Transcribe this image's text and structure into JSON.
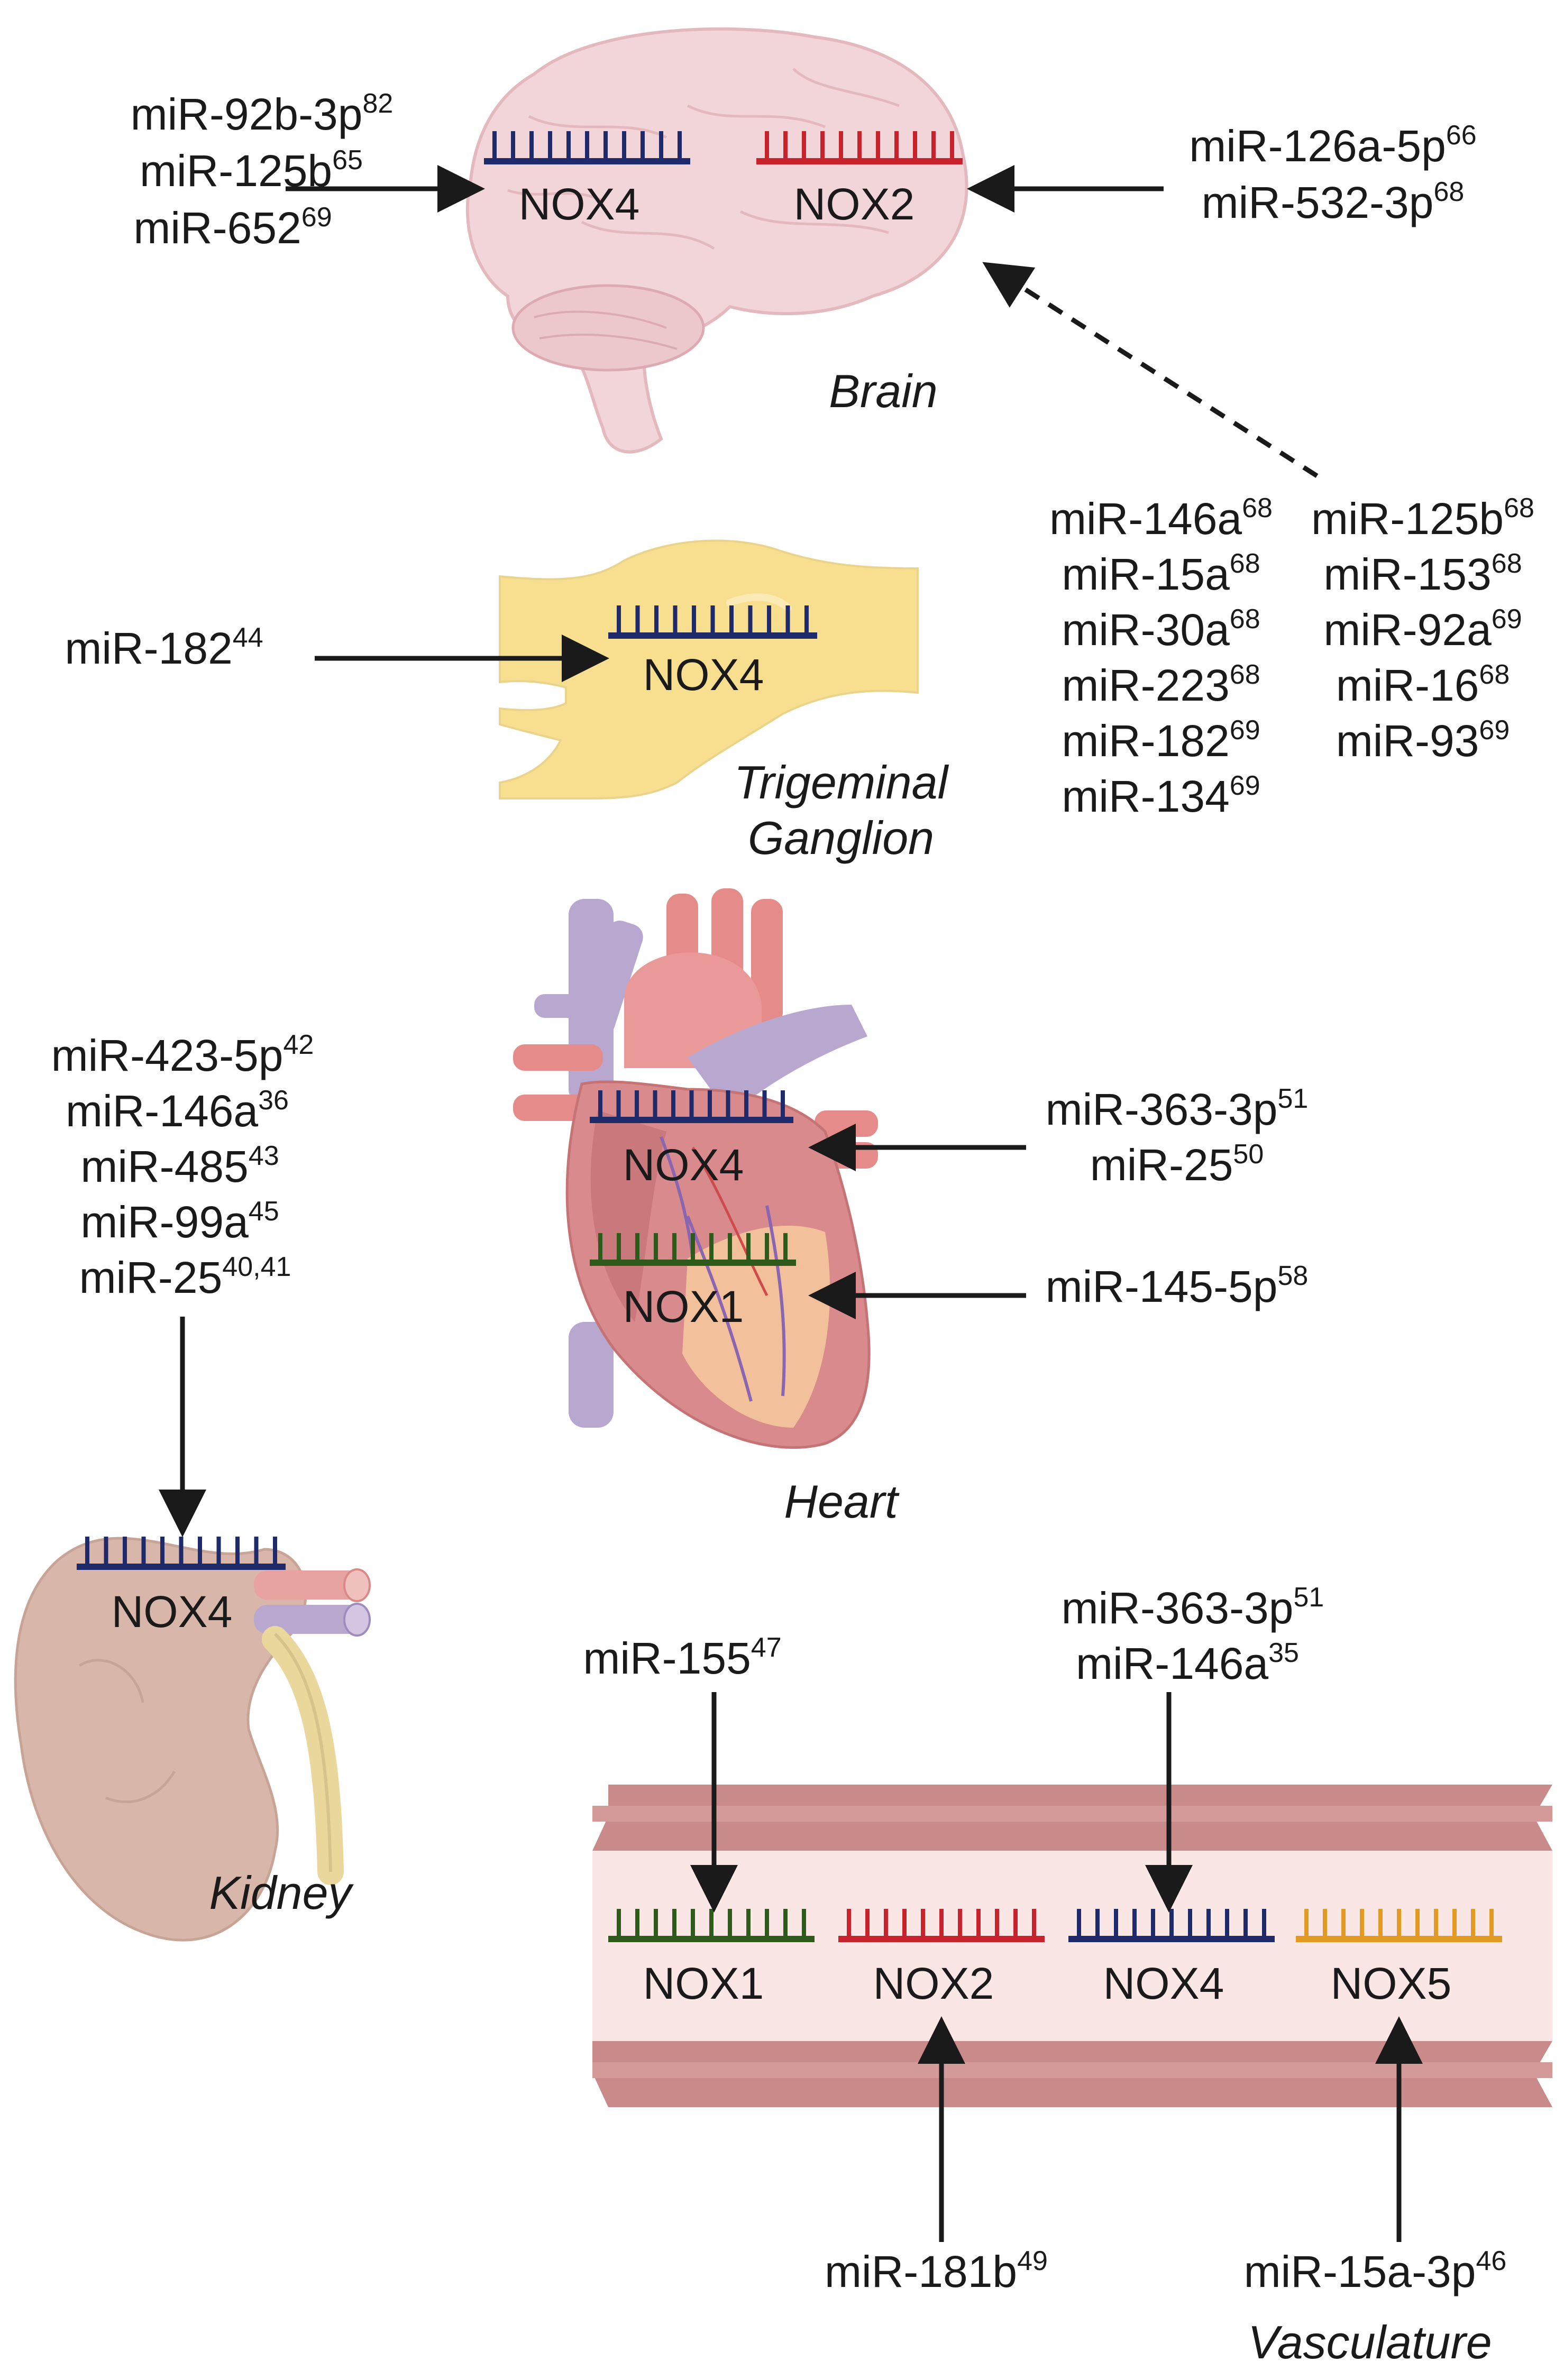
{
  "colors": {
    "nox1": "#2e5a1c",
    "nox2": "#c8232c",
    "nox4": "#1f2a6b",
    "nox5": "#e39a23",
    "arrow": "#1a1a1a"
  },
  "brain": {
    "label": "Brain",
    "nox4": "NOX4",
    "nox2": "NOX2",
    "left_mirs": [
      {
        "name": "miR-92b-3p",
        "ref": "82"
      },
      {
        "name": "miR-125b",
        "ref": "65"
      },
      {
        "name": "miR-652",
        "ref": "69"
      }
    ],
    "right_mirs": [
      {
        "name": "miR-126a-5p",
        "ref": "66"
      },
      {
        "name": "miR-532-3p",
        "ref": "68"
      }
    ],
    "dashed_col1": [
      {
        "name": "miR-146a",
        "ref": "68"
      },
      {
        "name": "miR-15a",
        "ref": "68"
      },
      {
        "name": "miR-30a",
        "ref": "68"
      },
      {
        "name": "miR-223",
        "ref": "68"
      },
      {
        "name": "miR-182",
        "ref": "69"
      },
      {
        "name": "miR-134",
        "ref": "69"
      }
    ],
    "dashed_col2": [
      {
        "name": "miR-125b",
        "ref": "68"
      },
      {
        "name": "miR-153",
        "ref": "68"
      },
      {
        "name": "miR-92a",
        "ref": "69"
      },
      {
        "name": "miR-16",
        "ref": "68"
      },
      {
        "name": "miR-93",
        "ref": "69"
      }
    ]
  },
  "trigeminal": {
    "label_line1": "Trigeminal",
    "label_line2": "Ganglion",
    "nox4": "NOX4",
    "mirs": [
      {
        "name": "miR-182",
        "ref": "44"
      }
    ]
  },
  "heart": {
    "label": "Heart",
    "nox4": "NOX4",
    "nox1": "NOX1",
    "nox4_mirs": [
      {
        "name": "miR-363-3p",
        "ref": "51"
      },
      {
        "name": "miR-25",
        "ref": "50"
      }
    ],
    "nox1_mirs": [
      {
        "name": "miR-145-5p",
        "ref": "58"
      }
    ]
  },
  "kidney": {
    "label": "Kidney",
    "nox4": "NOX4",
    "mirs": [
      {
        "name": "miR-423-5p",
        "ref": "42"
      },
      {
        "name": "miR-146a",
        "ref": "36"
      },
      {
        "name": "miR-485",
        "ref": "43"
      },
      {
        "name": "miR-99a",
        "ref": "45"
      },
      {
        "name": "miR-25",
        "ref": "40,41"
      }
    ]
  },
  "vasculature": {
    "label": "Vasculature",
    "nox1": "NOX1",
    "nox2": "NOX2",
    "nox4": "NOX4",
    "nox5": "NOX5",
    "nox1_mirs": [
      {
        "name": "miR-155",
        "ref": "47"
      }
    ],
    "nox4_mirs": [
      {
        "name": "miR-363-3p",
        "ref": "51"
      },
      {
        "name": "miR-146a",
        "ref": "35"
      }
    ],
    "nox2_mirs": [
      {
        "name": "miR-181b",
        "ref": "49"
      }
    ],
    "nox5_mirs": [
      {
        "name": "miR-15a-3p",
        "ref": "46"
      }
    ]
  }
}
